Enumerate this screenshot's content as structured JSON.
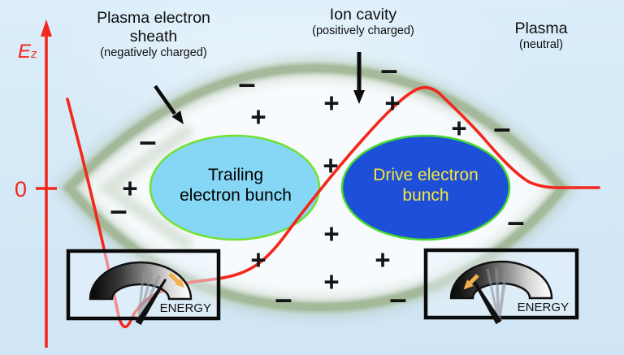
{
  "axis": {
    "label": "E",
    "label_sub": "z",
    "zero_label": "0"
  },
  "labels": {
    "sheath": {
      "line1": "Plasma electron",
      "line2": "sheath",
      "line3": "(negatively charged)"
    },
    "ion_cavity": {
      "line1": "Ion cavity",
      "line2": "(positively charged)"
    },
    "plasma": {
      "line1": "Plasma",
      "line2": "(neutral)"
    }
  },
  "bunches": {
    "trailing": {
      "line1": "Trailing",
      "line2": "electron bunch",
      "fill": "#85d7f5",
      "border": "#72e032",
      "text_color": "#000000"
    },
    "drive": {
      "line1": "Drive electron",
      "line2": "bunch",
      "fill": "#1d4fd8",
      "border": "#47d833",
      "text_color": "#f7e63c"
    }
  },
  "gauges": {
    "left": {
      "label": "ENERGY"
    },
    "right": {
      "label": "ENERGY"
    }
  },
  "charges": {
    "plus_symbol": "+",
    "minus_symbol": "–",
    "plus": [
      [
        160,
        233
      ],
      [
        318,
        145
      ],
      [
        408,
        128
      ],
      [
        483,
        128
      ],
      [
        565,
        159
      ],
      [
        407,
        205
      ],
      [
        408,
        289
      ],
      [
        318,
        321
      ],
      [
        471,
        321
      ],
      [
        408,
        348
      ]
    ],
    "minus": [
      [
        182,
        176
      ],
      [
        304,
        105
      ],
      [
        479,
        88
      ],
      [
        618,
        160
      ],
      [
        635,
        275
      ],
      [
        146,
        261
      ],
      [
        349,
        370
      ],
      [
        490,
        370
      ]
    ]
  },
  "colors": {
    "accent_red": "#f3271c",
    "sheath_green": "#a3b896",
    "background_top": "#dceefa",
    "background_bottom": "#cfe5f5",
    "needle_black": "#111111",
    "arrow_orange": "#f2af4a",
    "charge_black": "#141414"
  }
}
